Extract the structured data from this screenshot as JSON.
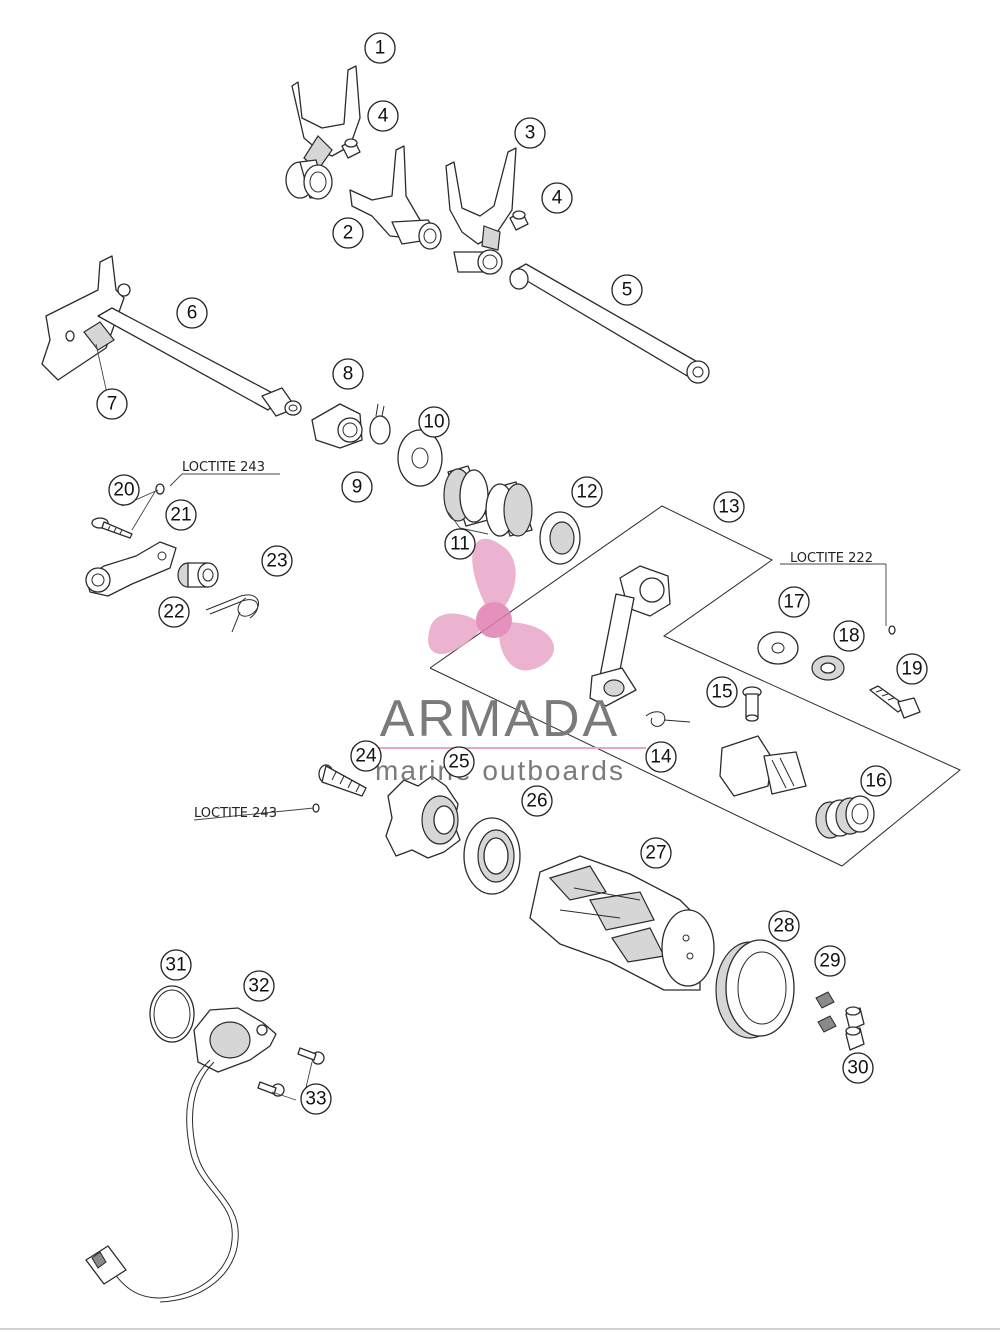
{
  "callouts": [
    {
      "number": "1"
    },
    {
      "number": "2"
    },
    {
      "number": "3"
    },
    {
      "number": "4"
    },
    {
      "number": "4"
    },
    {
      "number": "5"
    },
    {
      "number": "6"
    },
    {
      "number": "7"
    },
    {
      "number": "8"
    },
    {
      "number": "9"
    },
    {
      "number": "10"
    },
    {
      "number": "11"
    },
    {
      "number": "12"
    },
    {
      "number": "13"
    },
    {
      "number": "14"
    },
    {
      "number": "15"
    },
    {
      "number": "16"
    },
    {
      "number": "17"
    },
    {
      "number": "18"
    },
    {
      "number": "19"
    },
    {
      "number": "20"
    },
    {
      "number": "21"
    },
    {
      "number": "22"
    },
    {
      "number": "23"
    },
    {
      "number": "24"
    },
    {
      "number": "25"
    },
    {
      "number": "26"
    },
    {
      "number": "27"
    },
    {
      "number": "28"
    },
    {
      "number": "29"
    },
    {
      "number": "30"
    },
    {
      "number": "31"
    },
    {
      "number": "32"
    },
    {
      "number": "33"
    }
  ],
  "notes": {
    "loctite_243_upper": "LOCTITE 243",
    "loctite_222": "LOCTITE 222",
    "loctite_243_lower": "LOCTITE 243"
  },
  "watermark": {
    "brand": "ARMADA",
    "tagline": "marine outboards",
    "logo_color": "#e8a6c8",
    "logo_center_color": "#e07fb2",
    "text_color": "#7a7a7a"
  }
}
